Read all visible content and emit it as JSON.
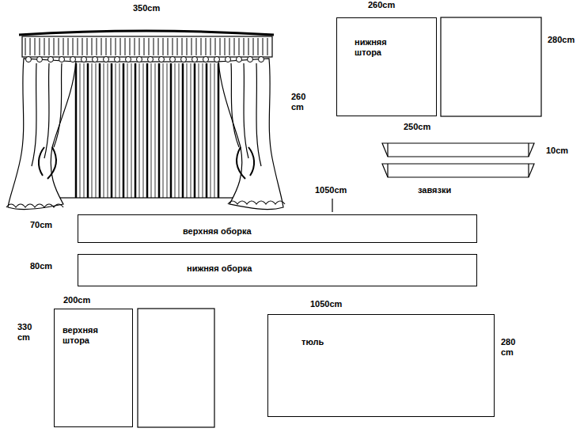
{
  "diagram": {
    "nodes": [
      {
        "text": [
          "нижняя штора"
        ]
      },
      {
        "text": [
          "верхняя оборка"
        ]
      },
      {
        "text": [
          "нижняя оборка"
        ]
      },
      {
        "text": [
          "верхняя штора"
        ]
      },
      {
        "text": [
          "тюль"
        ]
      }
    ],
    "labels": [
      "350cm",
      "260 cm",
      "260cm",
      "280cm",
      "250cm",
      "10cm",
      "завязки",
      "1050cm",
      "70cm",
      "80cm",
      "200cm",
      "330 cm",
      "1050cm",
      "280 cm"
    ]
  }
}
